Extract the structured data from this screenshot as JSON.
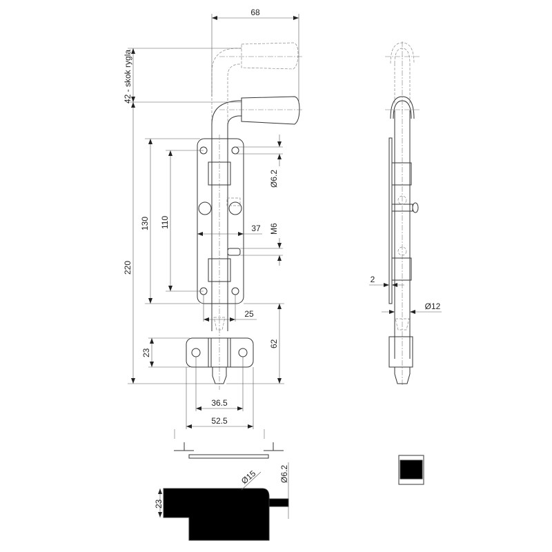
{
  "drawing": {
    "title": "Bolt latch with handle - technical drawing",
    "views": [
      "front-view",
      "side-view",
      "bottom-view",
      "end-view"
    ],
    "dimensions": {
      "handle_width": "68",
      "stroke": "42 - skok rygla",
      "overall_height": "220",
      "plate_height": "130",
      "hole_spacing_vertical": "110",
      "hole_diameter": "Ø6.2",
      "plate_width": "37",
      "thread": "M6",
      "hole_spacing_horizontal": "25",
      "bolt_extension": "62",
      "keeper_height": "23",
      "keeper_hole_spacing": "36.5",
      "keeper_width": "52.5",
      "plate_thickness": "2",
      "bolt_diameter": "Ø12",
      "section_height": "23",
      "section_diameter": "Ø15",
      "pin_diameter": "Ø6.2"
    }
  }
}
